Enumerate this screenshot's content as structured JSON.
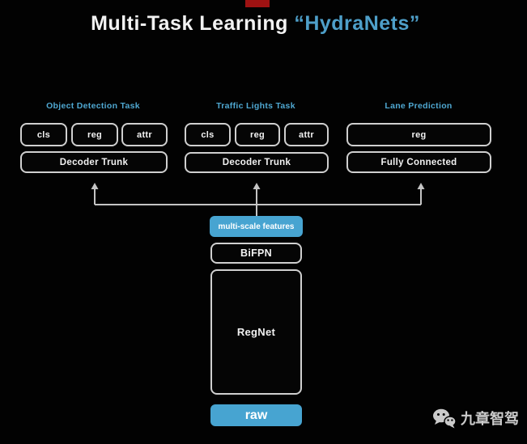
{
  "title": {
    "main": "Multi-Task Learning ",
    "highlight": "“HydraNets”"
  },
  "colors": {
    "accent_blue": "#47a4d1",
    "title_blue": "#4e9fc9",
    "label_blue": "#4fa8d2",
    "box_border": "#cfcfcf",
    "text_white": "#f2f2f2",
    "watermark_gray": "#cbcbcb",
    "red_marker": "#9e1212",
    "arrow_gray": "#c4c4c4"
  },
  "tasks": [
    {
      "label": "Object Detection Task",
      "heads": [
        "cls",
        "reg",
        "attr"
      ],
      "trunk": "Decoder Trunk"
    },
    {
      "label": "Traffic Lights Task",
      "heads": [
        "cls",
        "reg",
        "attr"
      ],
      "trunk": "Decoder Trunk"
    },
    {
      "label": "Lane Prediction",
      "heads": [
        "reg"
      ],
      "trunk": "Fully Connected"
    }
  ],
  "backbone": {
    "features": "multi-scale features",
    "neck": "BiFPN",
    "body": "RegNet",
    "input": "raw"
  },
  "watermark": {
    "icon": "wechat-icon",
    "text": "九章智驾"
  }
}
